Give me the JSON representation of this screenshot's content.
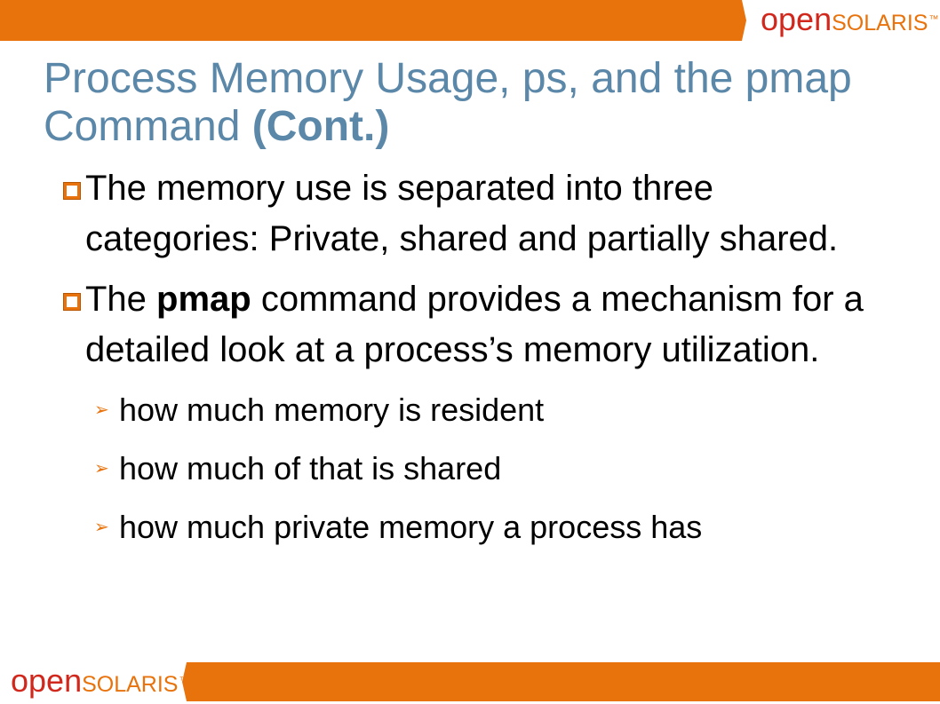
{
  "header": {
    "logo_open": "open",
    "logo_solaris": "solaris",
    "logo_tm": "™"
  },
  "footer": {
    "logo_open": "open",
    "logo_solaris": "solaris",
    "logo_tm": "™"
  },
  "slide": {
    "title_main": "Process Memory Usage, ps, and the pmap Command",
    "title_suffix": "(Cont.)",
    "bullets": [
      {
        "text": "The memory use is separated into three categories: Private, shared and partially shared."
      },
      {
        "text_before": "The ",
        "text_bold": "pmap",
        "text_after": " command provides a mechanism for a detailed look at a process’s memory utilization."
      }
    ],
    "sub_bullets": [
      "how much memory is resident",
      "how much of that is shared",
      "how much private memory a process has"
    ]
  },
  "icons": {
    "bullet_marker": "square-bullet-icon",
    "sub_marker": "arrow-bullet-icon"
  },
  "colors": {
    "accent_orange": "#e8730c",
    "logo_red": "#d0281c",
    "title_blue": "#5b87a8"
  }
}
